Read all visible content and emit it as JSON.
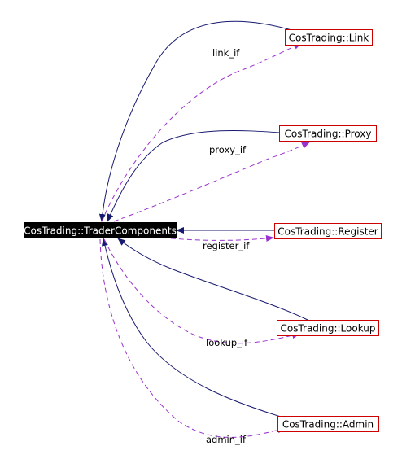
{
  "diagram": {
    "root_node": "CosTrading::TraderComponents",
    "nodes": [
      {
        "id": "link",
        "label": "CosTrading::Link",
        "edge_label": "link_if"
      },
      {
        "id": "proxy",
        "label": "CosTrading::Proxy",
        "edge_label": "proxy_if"
      },
      {
        "id": "register",
        "label": "CosTrading::Register",
        "edge_label": "register_if"
      },
      {
        "id": "lookup",
        "label": "CosTrading::Lookup",
        "edge_label": "lookup_if"
      },
      {
        "id": "admin",
        "label": "CosTrading::Admin",
        "edge_label": "admin_if"
      }
    ],
    "colors": {
      "root_fill": "#000000",
      "root_text": "#ffffff",
      "node_border": "#cc0000",
      "inheritance_edge": "#191970",
      "usage_edge": "#9a32cd"
    }
  }
}
